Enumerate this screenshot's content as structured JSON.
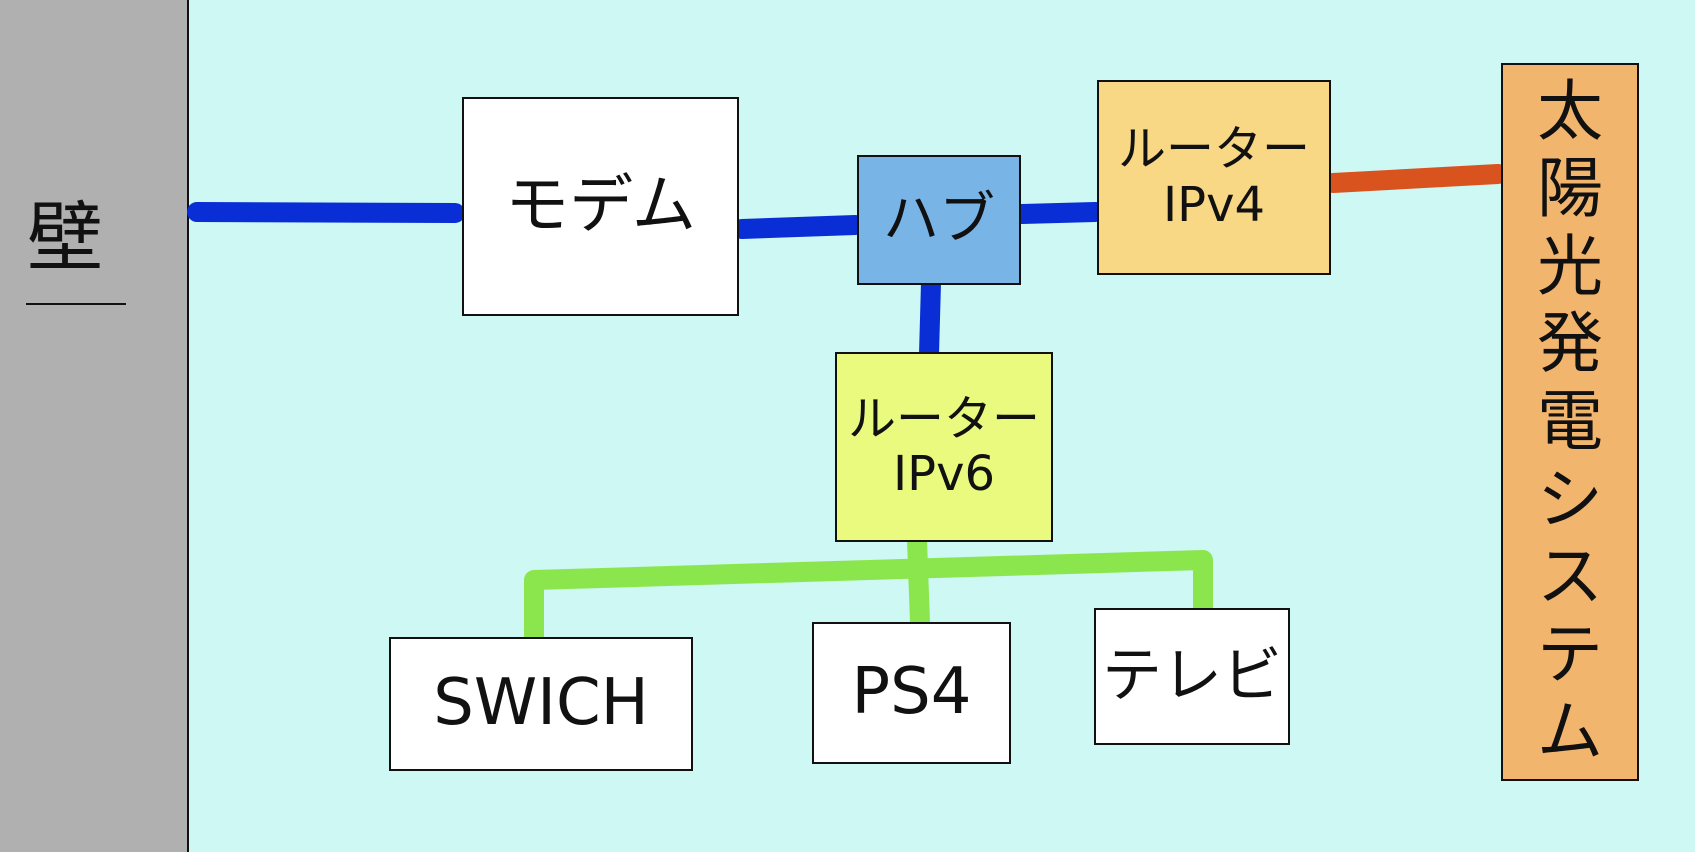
{
  "wall": {
    "label": "壁"
  },
  "nodes": {
    "modem": {
      "label": "モデム"
    },
    "hub": {
      "label": "ハブ"
    },
    "router_ipv4": {
      "line1": "ルーター",
      "line2": "IPv4"
    },
    "router_ipv6": {
      "line1": "ルーター",
      "line2": "IPv6"
    },
    "switch": {
      "label": "SWICH"
    },
    "ps4": {
      "label": "PS4"
    },
    "tv": {
      "label": "テレビ"
    },
    "solar": {
      "chars": [
        "太",
        "陽",
        "光",
        "発",
        "電",
        "シ",
        "ス",
        "テ",
        "ム"
      ]
    }
  },
  "edges": [
    {
      "from": "wall",
      "to": "modem",
      "color": "#0a2ed6"
    },
    {
      "from": "modem",
      "to": "hub",
      "color": "#0a2ed6"
    },
    {
      "from": "hub",
      "to": "router_ipv4",
      "color": "#0a2ed6"
    },
    {
      "from": "hub",
      "to": "router_ipv6",
      "color": "#0a2ed6"
    },
    {
      "from": "router_ipv4",
      "to": "solar",
      "color": "#d9531f"
    },
    {
      "from": "router_ipv6",
      "to": "switch",
      "color": "#8be64e"
    },
    {
      "from": "router_ipv6",
      "to": "ps4",
      "color": "#8be64e"
    },
    {
      "from": "router_ipv6",
      "to": "tv",
      "color": "#8be64e"
    }
  ],
  "colors": {
    "background": "#cdf8f3",
    "wall": "#b0b0b0",
    "hub": "#79b4e6",
    "router_ipv4": "#f8d785",
    "router_ipv6": "#eafa7e",
    "solar": "#f2b56e"
  }
}
